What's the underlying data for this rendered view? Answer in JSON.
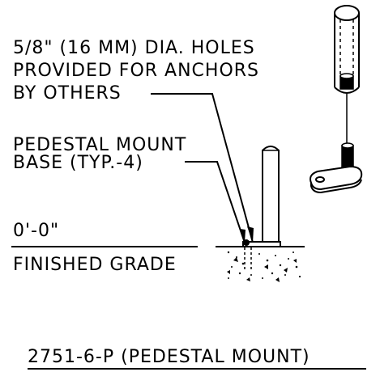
{
  "notes": {
    "holes": {
      "line1": "5/8\" (16 MM) DIA. HOLES",
      "line2": "PROVIDED FOR ANCHORS",
      "line3": "BY OTHERS"
    },
    "base": {
      "line1": "PEDESTAL MOUNT",
      "line2": "BASE (TYP.-4)"
    }
  },
  "elevation": {
    "mark": "0'-0\"",
    "grade_label": "FINISHED GRADE"
  },
  "drawing_title": "2751-6-P (PEDESTAL MOUNT)"
}
